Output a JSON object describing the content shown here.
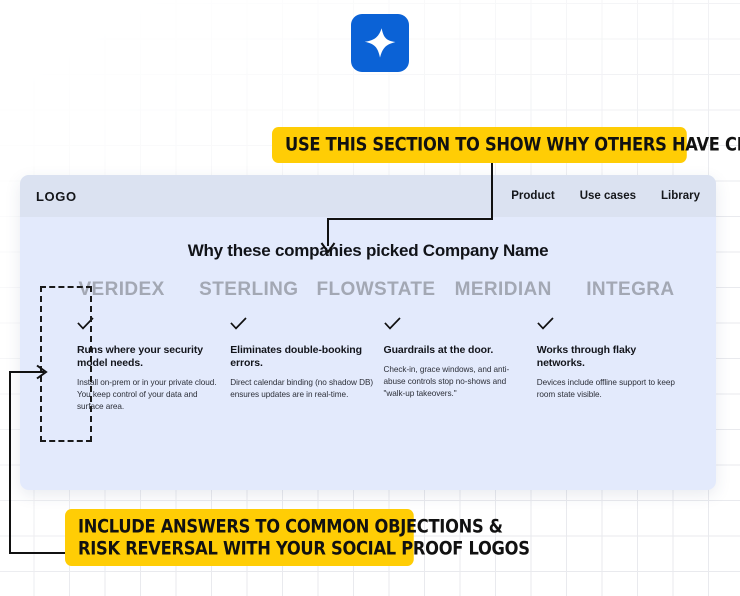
{
  "app": {
    "logo_icon": "four-point-star-icon",
    "logo_color": "#0b62d6"
  },
  "callouts": {
    "top": {
      "text": "USE THIS SECTION TO SHOW WHY OTHERS HAVE CHOSEN YOU",
      "color": "#ffcd05"
    },
    "bottom": {
      "line1": "INCLUDE ANSWERS TO COMMON OBJECTIONS &",
      "line2": "RISK REVERSAL WITH YOUR SOCIAL PROOF LOGOS",
      "color": "#ffcd05"
    }
  },
  "site": {
    "header": {
      "logo_label": "LOGO",
      "nav": [
        {
          "label": "Product"
        },
        {
          "label": "Use cases"
        },
        {
          "label": "Library"
        }
      ]
    },
    "headline": "Why these companies picked Company Name",
    "company_logos": [
      {
        "name": "VERIDEX"
      },
      {
        "name": "STERLING"
      },
      {
        "name": "FLOWSTATE"
      },
      {
        "name": "MERIDIAN"
      },
      {
        "name": "INTEGRA"
      }
    ],
    "features": [
      {
        "icon": "check-icon",
        "title": "Runs where your security model needs.",
        "description": "Install on-prem or in your private cloud. You keep control of your data and surface area."
      },
      {
        "icon": "check-icon",
        "title": "Eliminates double-booking errors.",
        "description": "Direct calendar binding (no shadow DB) ensures updates are in real-time."
      },
      {
        "icon": "check-icon",
        "title": "Guardrails at the door.",
        "description": "Check-in, grace windows, and anti-abuse controls stop no-shows and \"walk-up takeovers.\""
      },
      {
        "icon": "check-icon",
        "title": "Works through flaky networks.",
        "description": "Devices include offline support to keep room state visible."
      }
    ],
    "card_bg": "#e3eafc",
    "header_bg": "#dbe2f1"
  }
}
